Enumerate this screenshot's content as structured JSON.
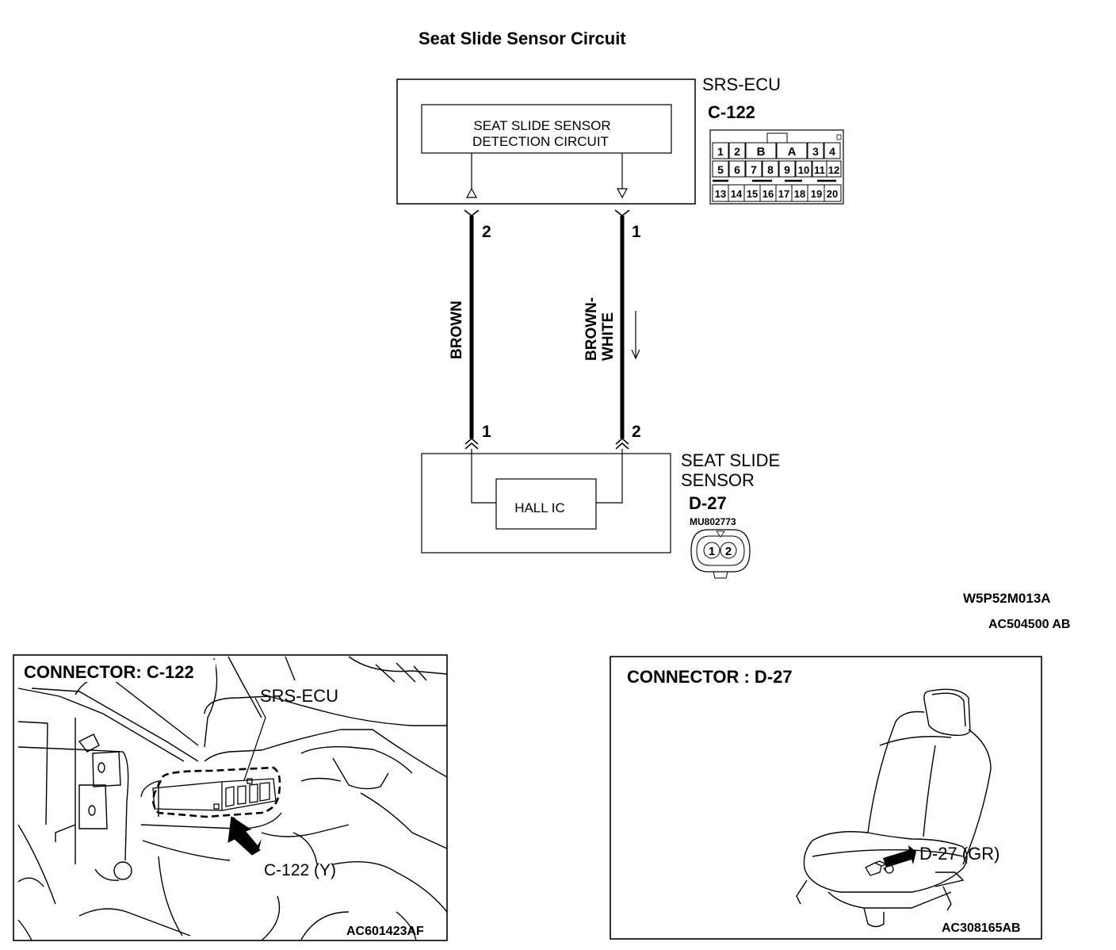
{
  "title": "Seat Slide Sensor Circuit",
  "ecu": {
    "name": "SRS-ECU",
    "connector_id": "C-122",
    "circuit_label_line1": "SEAT SLIDE SENSOR",
    "circuit_label_line2": "DETECTION CIRCUIT",
    "pin_left": "2",
    "pin_right": "1",
    "connector_pins": {
      "row1": [
        "1",
        "2",
        "B",
        "A",
        "3",
        "4"
      ],
      "row2": [
        "5",
        "6",
        "7",
        "8",
        "9",
        "10",
        "11",
        "12"
      ],
      "row3": [
        "13",
        "14",
        "15",
        "16",
        "17",
        "18",
        "19",
        "20"
      ]
    }
  },
  "wires": {
    "left_color": "BROWN",
    "right_color_line1": "BROWN-",
    "right_color_line2": "WHITE"
  },
  "sensor": {
    "name_line1": "SEAT SLIDE",
    "name_line2": "SENSOR",
    "connector_id": "D-27",
    "part_number": "MU802773",
    "ic_label": "HALL IC",
    "pin_left": "1",
    "pin_right": "2",
    "connector_pins": [
      "1",
      "2"
    ]
  },
  "codes": {
    "diagram_code": "W5P52M013A",
    "figure_code": "AC504500 AB"
  },
  "panel_c122": {
    "title": "CONNECTOR: C-122",
    "label_ecu": "SRS-ECU",
    "label_connector": "C-122 (Y)",
    "code": "AC601423AF"
  },
  "panel_d27": {
    "title": "CONNECTOR : D-27",
    "label_connector": "D-27 (GR)",
    "code": "AC308165AB"
  }
}
